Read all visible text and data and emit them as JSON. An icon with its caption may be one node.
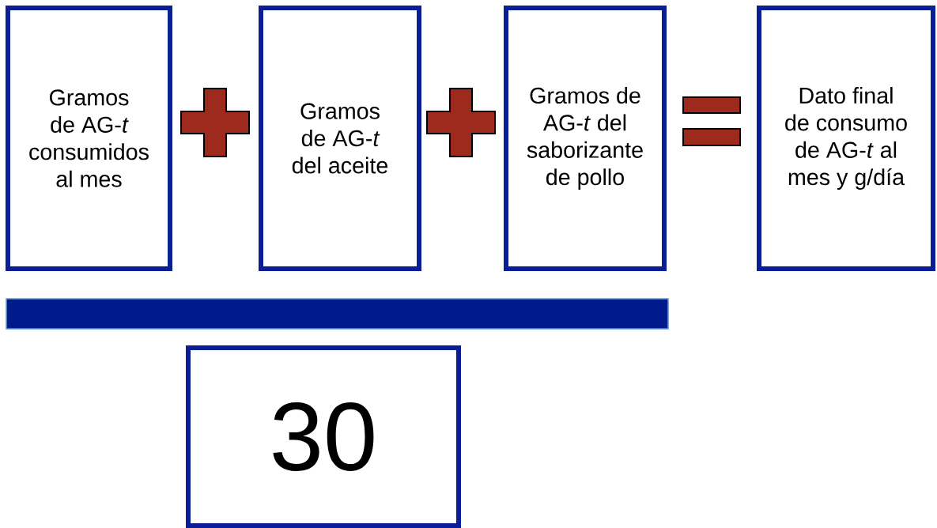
{
  "diagram": {
    "nodes": [
      {
        "text": [
          "Gramos de AG-*t* consumidos al mes"
        ]
      },
      {
        "text": [],
        "shape": "plus"
      },
      {
        "text": [
          "Gramos de AG-*t* del aceite"
        ]
      },
      {
        "text": [],
        "shape": "plus"
      },
      {
        "text": [
          "Gramos de AG-*t* del saborizante de pollo"
        ]
      },
      {
        "text": [],
        "shape": "equals"
      },
      {
        "text": [
          "Dato final de consumo de AG-*t* al mes y g/día"
        ]
      },
      {
        "text": [],
        "shape": "bar"
      },
      {
        "text": [
          "30"
        ]
      }
    ]
  }
}
